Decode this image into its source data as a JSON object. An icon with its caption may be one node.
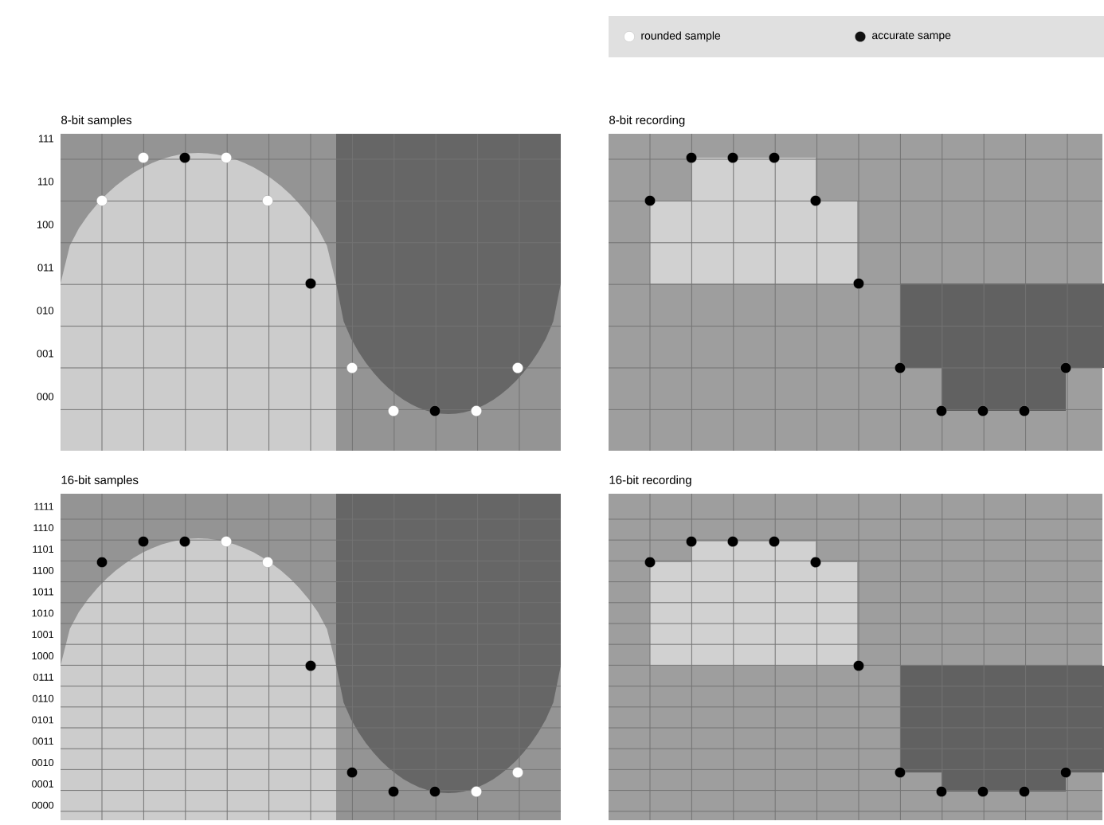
{
  "diagram": {
    "labels": [
      "8-bit samples",
      "111",
      "110",
      "100",
      "011",
      "010",
      "001",
      "000",
      "8-bit recording",
      "16-bit samples",
      "1111",
      "1110",
      "1101",
      "1100",
      "1011",
      "1010",
      "1001",
      "1000",
      "0111",
      "0110",
      "0101",
      "0011",
      "0010",
      "0001",
      "0000",
      "16-bit recording"
    ],
    "legend": [
      {
        "text": "rounded sample",
        "color": "#ffffff"
      },
      {
        "text": "accurate sampe",
        "color": "#111111"
      }
    ]
  }
}
